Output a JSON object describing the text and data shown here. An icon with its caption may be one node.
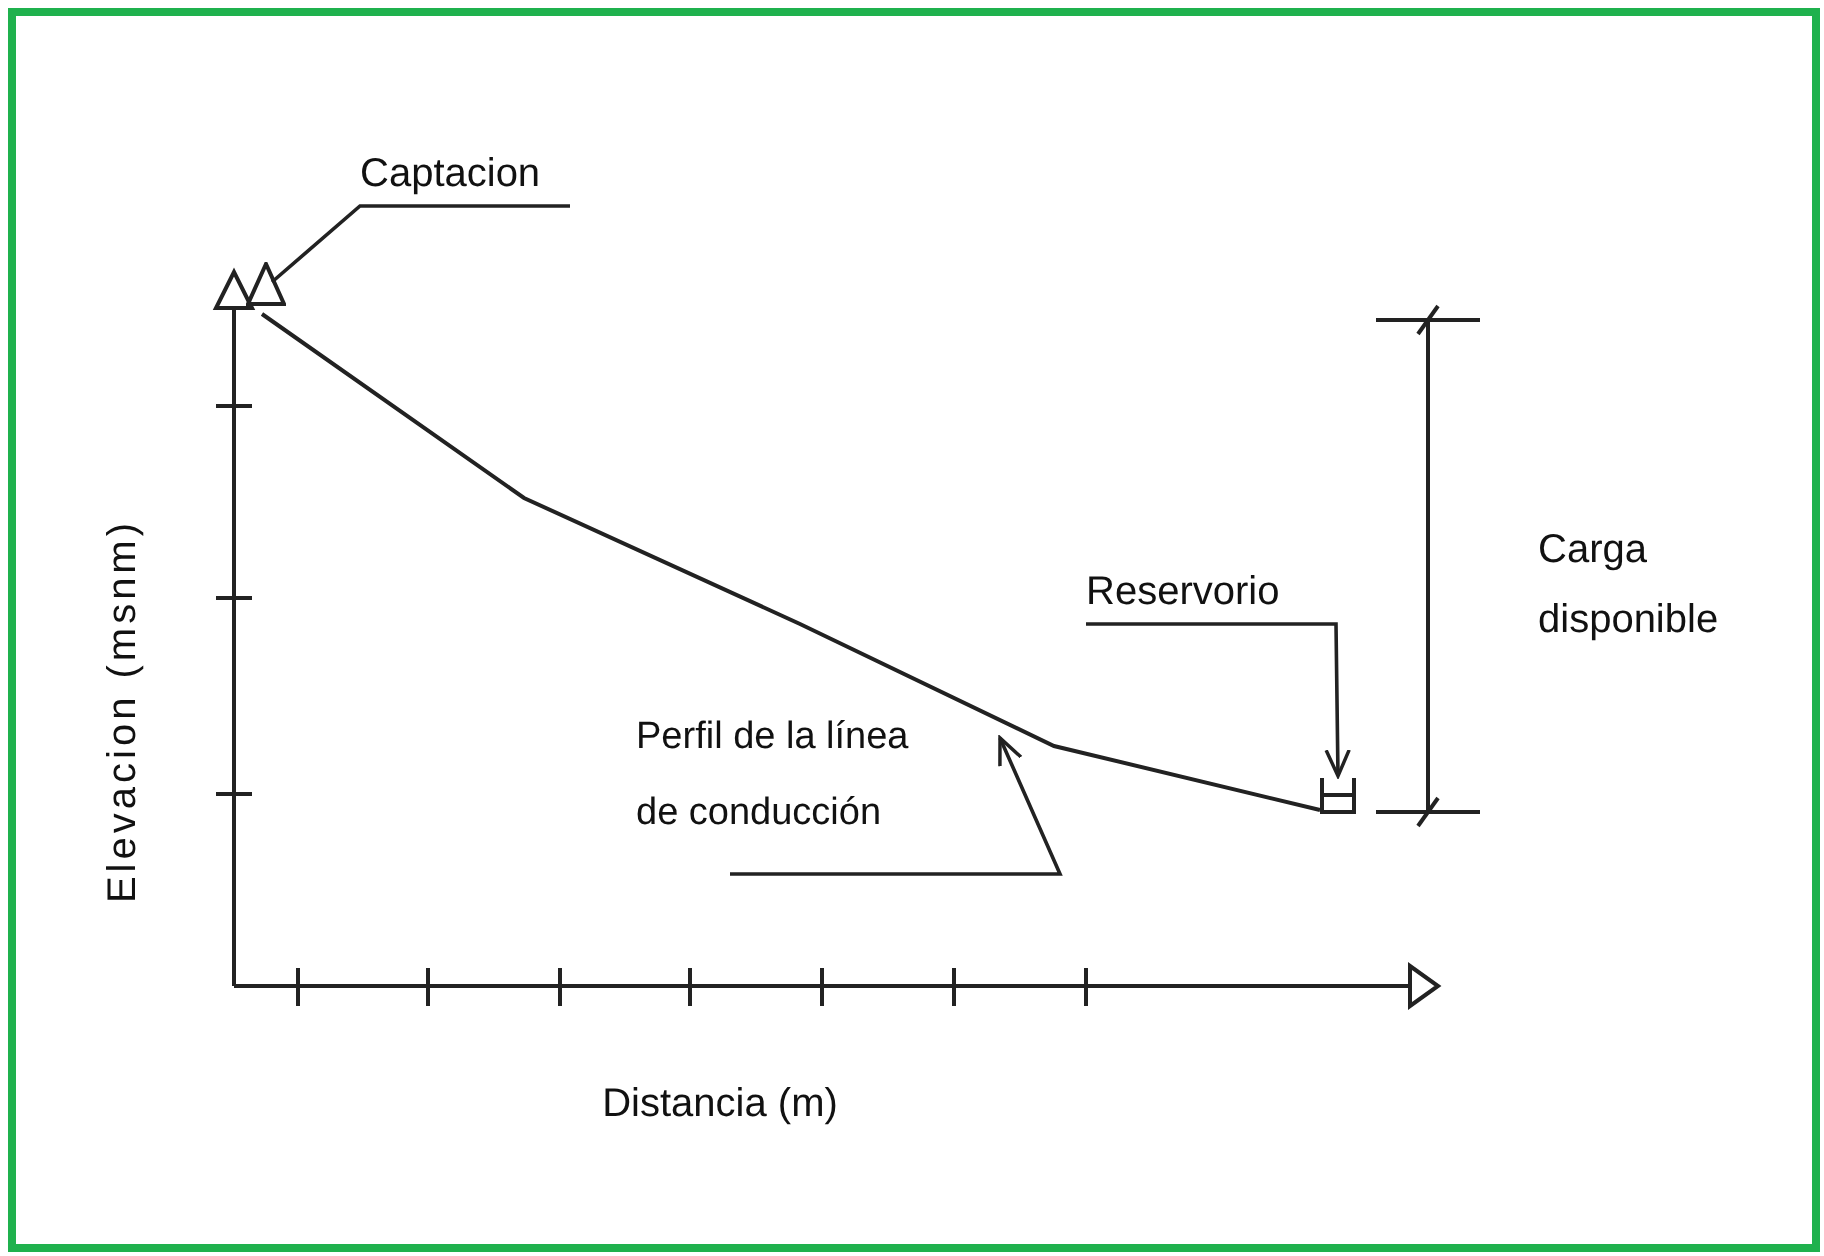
{
  "diagram": {
    "nodes": [
      {
        "text": [
          "Captacion"
        ]
      },
      {
        "text": [],
        "shape": "triangle"
      },
      {
        "text": [
          "Reservorio"
        ]
      },
      {
        "text": [],
        "shape": "tank"
      },
      {
        "text": [
          "Perfil de la línea de conducción"
        ]
      }
    ],
    "edges": [
      {
        "from": 0,
        "to": 1,
        "arrow": "none"
      },
      {
        "from": 2,
        "to": 3,
        "arrow": "to"
      },
      {
        "from": 4,
        "to": null,
        "arrow": "to"
      },
      {
        "from": 1,
        "to": 3,
        "arrow": "none"
      }
    ],
    "labels": [
      "Carga disponible",
      "Elevacion (msnm)",
      "Distancia (m)"
    ]
  }
}
